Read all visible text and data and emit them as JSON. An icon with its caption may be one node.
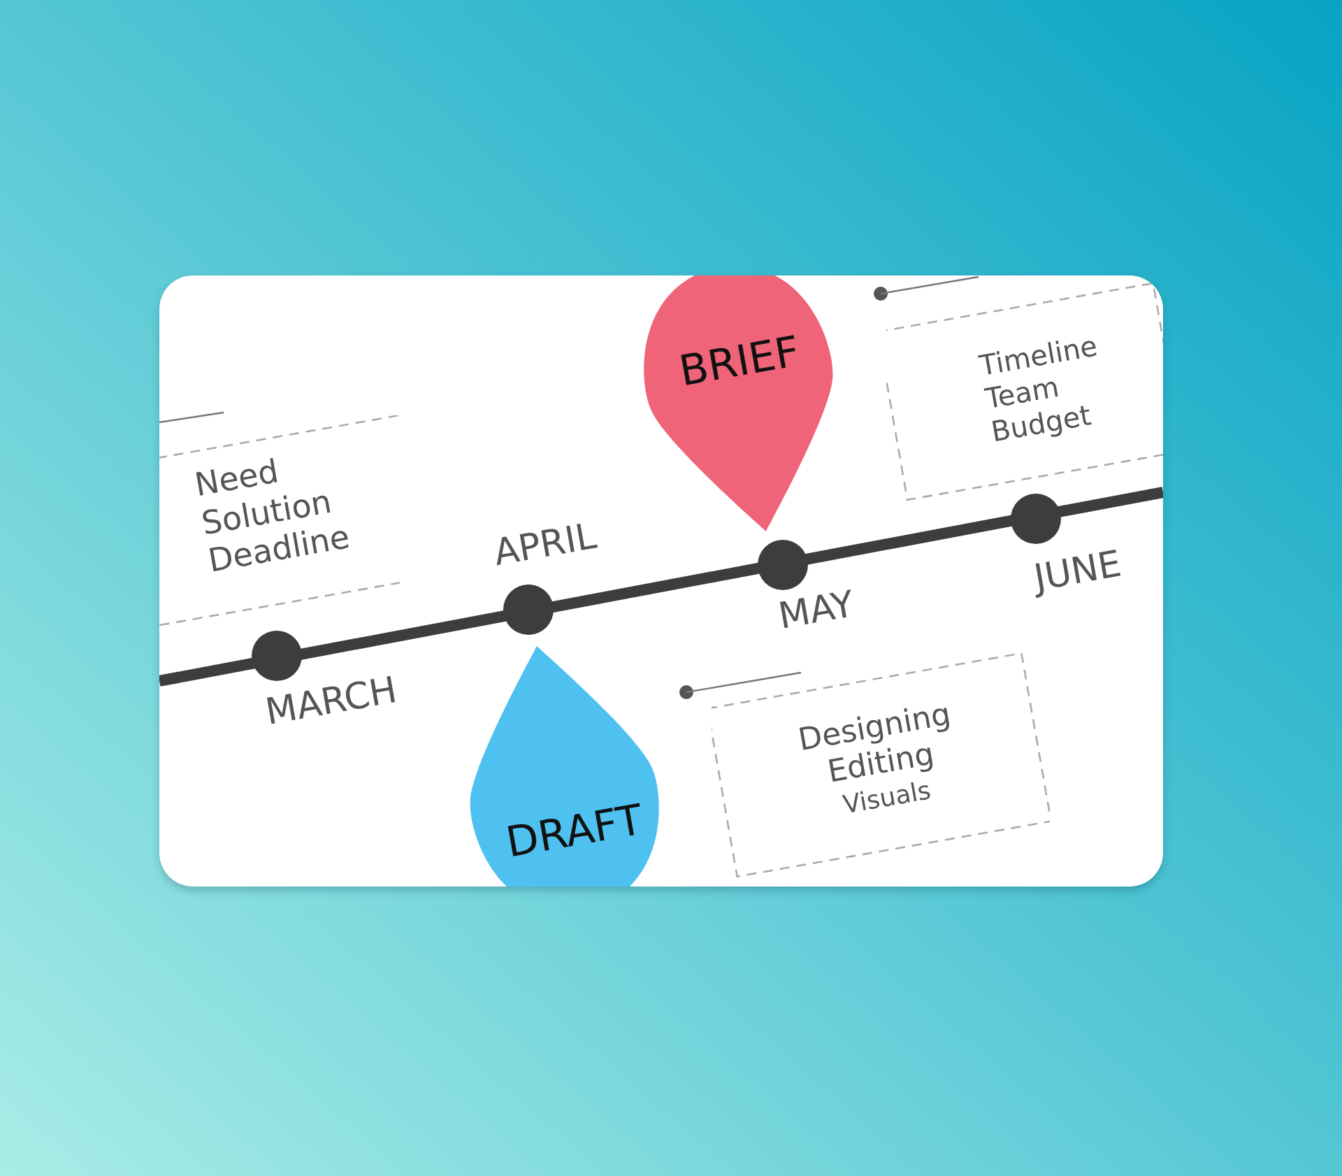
{
  "diagram": {
    "nodes": [
      {
        "text": [
          "Need",
          "Solution",
          "Deadline"
        ]
      },
      {
        "text": [
          "BRIEF"
        ]
      },
      {
        "text": [
          "Timeline",
          "Team",
          "Budget"
        ]
      },
      {
        "text": [
          "DRAFT"
        ]
      },
      {
        "text": [
          "Designing",
          "Editing",
          "Visuals"
        ]
      }
    ],
    "edges": [],
    "labels": [
      "APRIL",
      "MAY",
      "JUNE",
      "MARCH"
    ]
  }
}
